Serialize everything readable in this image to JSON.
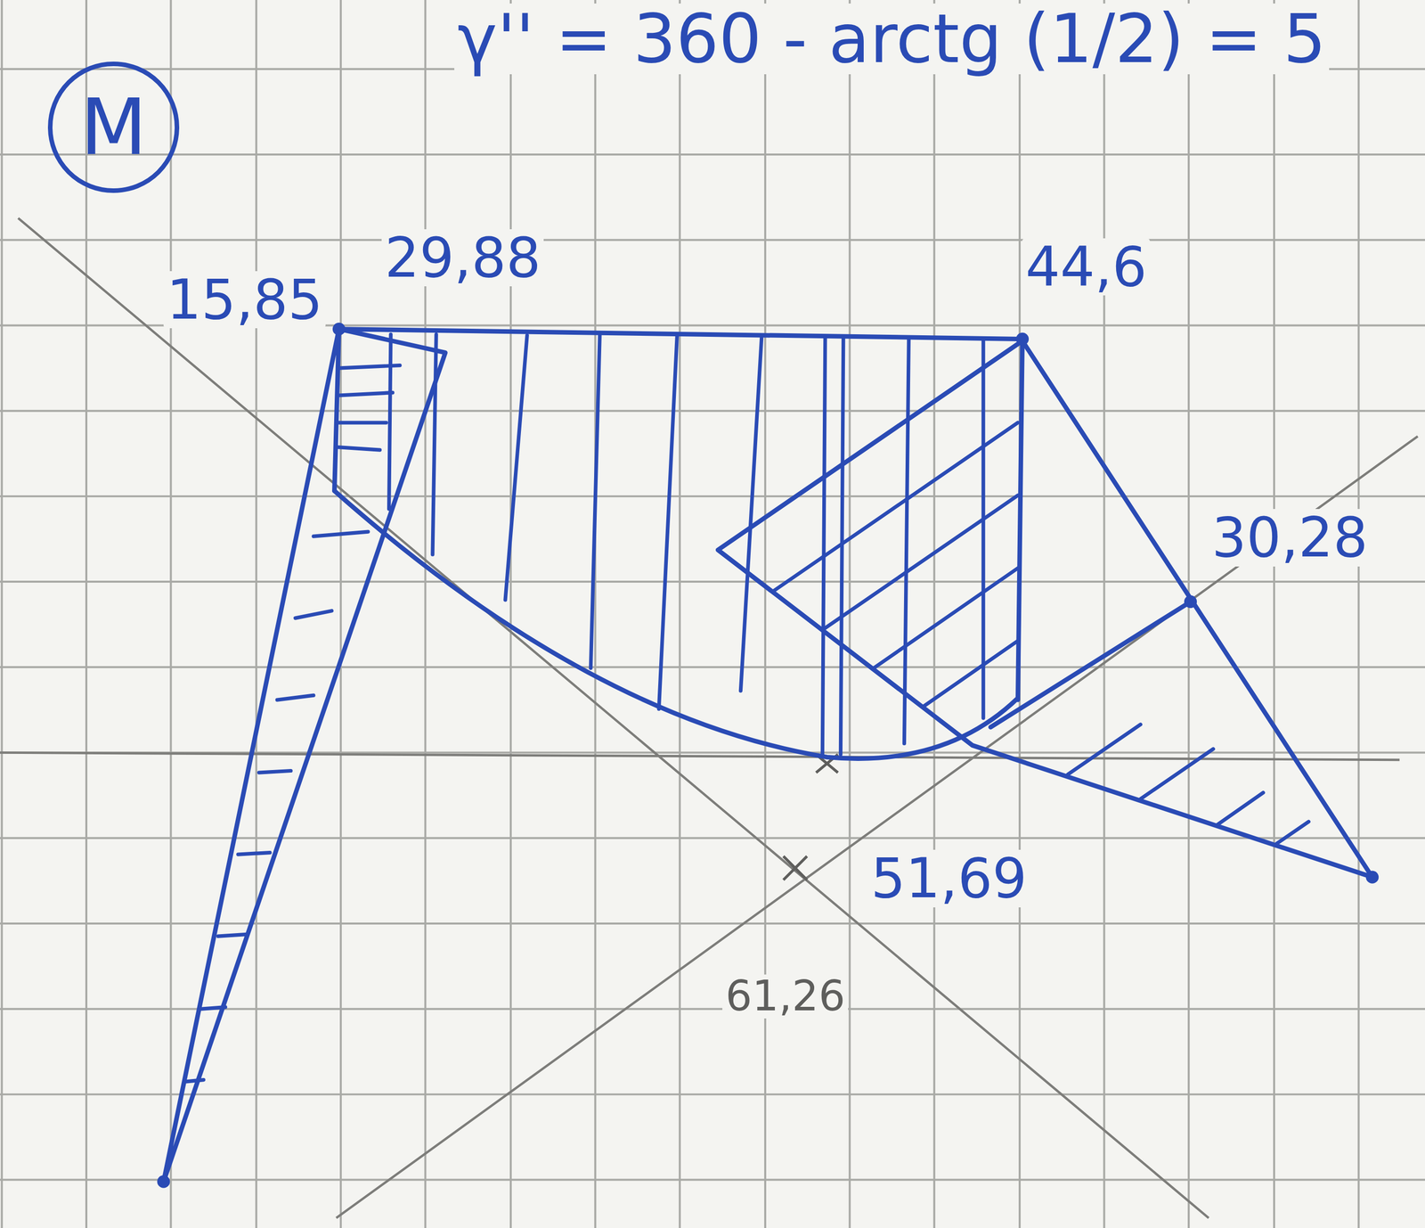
{
  "diagram": {
    "nodes": [
      {
        "text": [
          "M"
        ]
      }
    ],
    "labels": [
      "γ'' = 360 - arctg (1/2) = 5",
      "15,85",
      "29,88",
      "44,6",
      "30,28",
      "51,69",
      "61,26"
    ]
  }
}
